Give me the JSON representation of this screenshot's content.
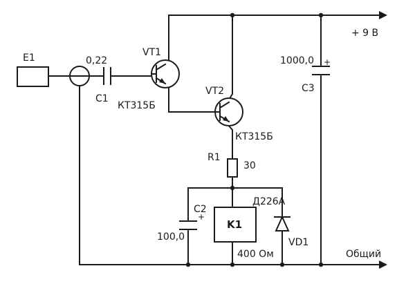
{
  "labels": {
    "e1": "E1",
    "c1_value": "0,22",
    "c1": "C1",
    "vt1": "VT1",
    "vt1_type": "КТ315Б",
    "vt2": "VT2",
    "vt2_type": "КТ315Б",
    "r1": "R1",
    "r1_value": "30",
    "c2": "C2",
    "c2_value": "100,0",
    "k1": "K1",
    "k1_value": "400 Ом",
    "d_type": "Д226А",
    "vd1": "VD1",
    "c3_value": "1000,0",
    "c3": "C3",
    "supply": "+ 9 В",
    "ground": "Общий",
    "plus": "+"
  }
}
